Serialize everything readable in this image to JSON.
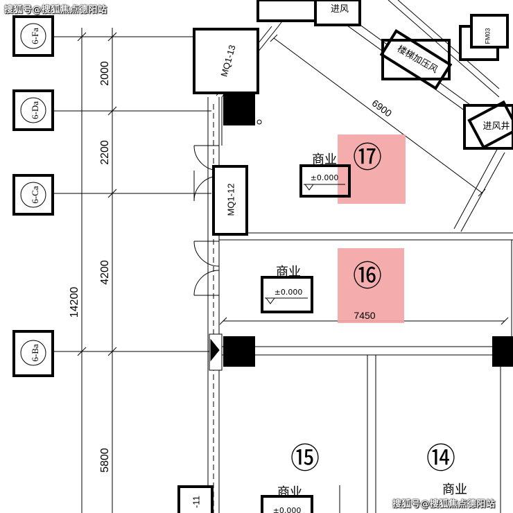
{
  "grid_axes": [
    {
      "label": "6-Fa"
    },
    {
      "label": "6-Da"
    },
    {
      "label": "6-Ca"
    },
    {
      "label": "6-Ba"
    }
  ],
  "dimensions": {
    "d1": "2000",
    "d2": "2200",
    "d3": "4200",
    "d4": "5800",
    "total": "14200",
    "diag": "6900",
    "horiz": "7450"
  },
  "doors": {
    "mq13": "MQ1-13",
    "mq12": "MQ1-12",
    "mq11": "-11"
  },
  "units": [
    {
      "number": "⑰",
      "use": "商业",
      "elev": "±0.000"
    },
    {
      "number": "⑯",
      "use": "商业",
      "elev": "±0.000"
    },
    {
      "number": "⑮",
      "use": "商业",
      "elev": "±0.000"
    },
    {
      "number": "⑭",
      "use": "商业"
    }
  ],
  "rooms": {
    "fresh_air": "进风",
    "stair_pressure": "楼梯加压风",
    "fresh_air_shaft": "进风井",
    "small_box": "FM03"
  },
  "watermark": {
    "top": "搜狐号@搜狐焦点德阳站",
    "bottom": "搜狐号@搜狐焦点德阳站"
  },
  "colors": {
    "line": "#000000",
    "unit_highlight": "#f4a3a3"
  }
}
